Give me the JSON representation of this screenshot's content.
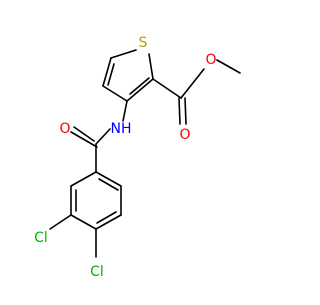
{
  "molecule": {
    "atom_labels": {
      "sulfur": "S",
      "ester_carbonyl_oxygen": "O",
      "ester_ether_oxygen": "O",
      "amide_nitrogen": "NH",
      "amide_oxygen": "O",
      "chlorine_meta": "Cl",
      "chlorine_para": "Cl"
    },
    "colors": {
      "bond": "#000000",
      "sulfur": "#b8a000",
      "oxygen": "#ff0000",
      "nitrogen": "#0000ff",
      "chlorine": "#00b400"
    }
  }
}
